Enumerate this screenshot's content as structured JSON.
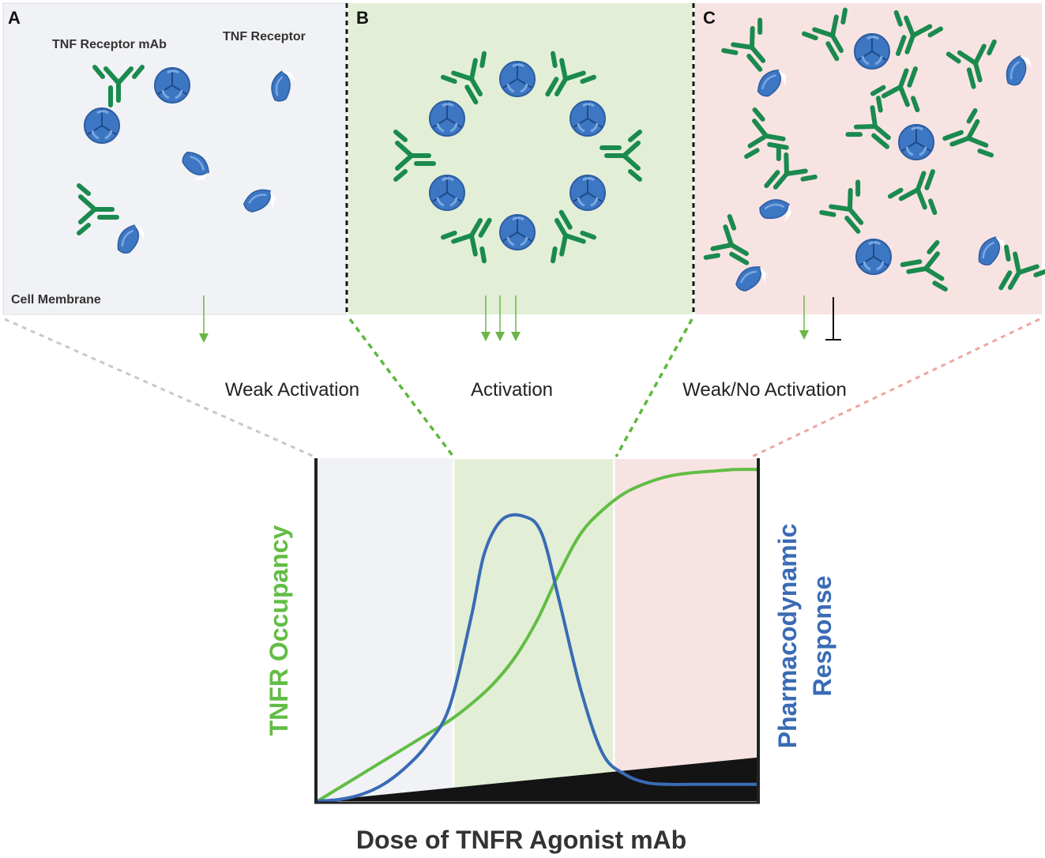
{
  "colors": {
    "panel_a_bg": "#f1f2f5",
    "panel_b_bg": "#e2efd6",
    "panel_c_bg": "#f8e3e3",
    "antibody": "#1a8a4e",
    "receptor": "#3d76c2",
    "receptor_light": "#6b9ddc",
    "arrow_green": "#6ab545",
    "occupancy_curve": "#62bd45",
    "response_curve": "#3a6bb5",
    "dose_wedge": "#141414",
    "dash_grey": "#c8c8c8",
    "dash_green": "#5cb83c",
    "dash_pink": "#eba7a2"
  },
  "panels": {
    "a": {
      "letter": "A",
      "label_mab": "TNF Receptor mAb",
      "label_receptor": "TNF Receptor",
      "label_membrane": "Cell Membrane",
      "outcome": "Weak Activation"
    },
    "b": {
      "letter": "B",
      "outcome": "Activation"
    },
    "c": {
      "letter": "C",
      "outcome": "Weak/No Activation"
    }
  },
  "graph": {
    "y_left_label": "TNFR Occupancy",
    "y_right_label_line1": "Pharmacodynamic",
    "y_right_label_line2": "Response",
    "x_label": "Dose of TNFR Agonist mAb"
  },
  "chart_data": {
    "type": "line",
    "xlabel": "Dose of TNFR Agonist mAb",
    "ylabel": "TNFR Occupancy",
    "ylabel_right": "Pharmacodynamic Response",
    "xlim": [
      0,
      1
    ],
    "ylim": [
      0,
      1
    ],
    "regions": [
      {
        "panel": "A",
        "x_range": [
          0,
          0.31
        ],
        "color": "#f1f2f5"
      },
      {
        "panel": "B",
        "x_range": [
          0.31,
          0.675
        ],
        "color": "#e2efd6"
      },
      {
        "panel": "C",
        "x_range": [
          0.675,
          1
        ],
        "color": "#f8e3e3"
      }
    ],
    "series": [
      {
        "name": "TNFR Occupancy",
        "color": "#62bd45",
        "x": [
          0,
          0.05,
          0.1,
          0.15,
          0.2,
          0.25,
          0.3,
          0.35,
          0.4,
          0.45,
          0.5,
          0.55,
          0.6,
          0.65,
          0.7,
          0.75,
          0.8,
          0.85,
          0.9,
          0.95,
          1.0
        ],
        "y": [
          0.0,
          0.04,
          0.08,
          0.12,
          0.16,
          0.2,
          0.24,
          0.29,
          0.35,
          0.43,
          0.54,
          0.68,
          0.8,
          0.87,
          0.92,
          0.95,
          0.97,
          0.98,
          0.985,
          0.99,
          0.99
        ]
      },
      {
        "name": "Pharmacodynamic Response",
        "color": "#3a6bb5",
        "x": [
          0,
          0.05,
          0.1,
          0.15,
          0.2,
          0.25,
          0.3,
          0.35,
          0.38,
          0.42,
          0.47,
          0.51,
          0.55,
          0.6,
          0.65,
          0.7,
          0.75,
          0.8,
          0.85,
          0.9,
          0.95,
          1.0
        ],
        "y": [
          0.0,
          0.005,
          0.02,
          0.05,
          0.1,
          0.17,
          0.28,
          0.55,
          0.74,
          0.84,
          0.85,
          0.8,
          0.6,
          0.33,
          0.14,
          0.08,
          0.055,
          0.05,
          0.05,
          0.05,
          0.05,
          0.05
        ]
      },
      {
        "name": "Dose",
        "color": "#141414",
        "x": [
          0,
          1.0
        ],
        "y": [
          0.0,
          0.13
        ]
      }
    ]
  }
}
